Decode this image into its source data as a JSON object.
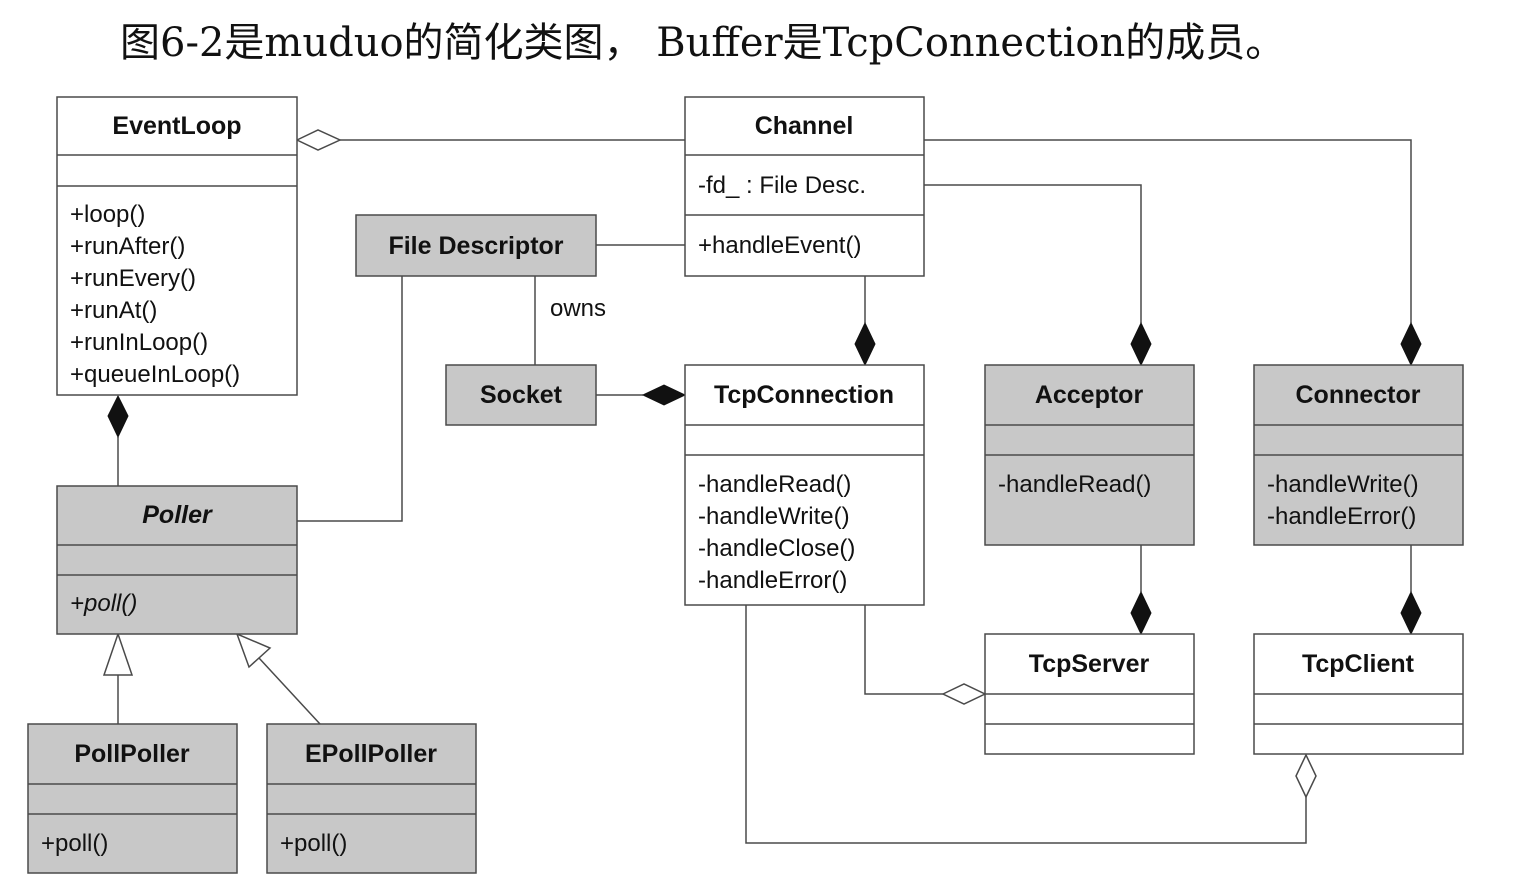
{
  "caption": "图6-2是muduo的简化类图， Buffer是TcpConnection的成员。",
  "classes": {
    "eventloop": {
      "name": "EventLoop",
      "attrs": [],
      "methods": [
        "+loop()",
        "+runAfter()",
        "+runEvery()",
        "+runAt()",
        "+runInLoop()",
        "+queueInLoop()"
      ],
      "fill": "#ffffff"
    },
    "channel": {
      "name": "Channel",
      "attrs": [
        "-fd_ : File Desc."
      ],
      "methods": [
        "+handleEvent()"
      ],
      "fill": "#ffffff"
    },
    "file_descriptor": {
      "name": "File Descriptor",
      "fill": "#c8c8c8"
    },
    "socket": {
      "name": "Socket",
      "fill": "#c8c8c8"
    },
    "tcpconnection": {
      "name": "TcpConnection",
      "attrs": [],
      "methods": [
        "-handleRead()",
        "-handleWrite()",
        "-handleClose()",
        "-handleError()"
      ],
      "fill": "#ffffff"
    },
    "acceptor": {
      "name": "Acceptor",
      "attrs": [],
      "methods": [
        "-handleRead()"
      ],
      "fill": "#c8c8c8"
    },
    "connector": {
      "name": "Connector",
      "attrs": [],
      "methods": [
        "-handleWrite()",
        "-handleError()"
      ],
      "fill": "#c8c8c8"
    },
    "poller": {
      "name": "Poller",
      "attrs": [],
      "methods": [
        "+poll()"
      ],
      "fill": "#c8c8c8",
      "abstract": true
    },
    "pollpoller": {
      "name": "PollPoller",
      "attrs": [],
      "methods": [
        "+poll()"
      ],
      "fill": "#c8c8c8"
    },
    "epollpoller": {
      "name": "EPollPoller",
      "attrs": [],
      "methods": [
        "+poll()"
      ],
      "fill": "#c8c8c8"
    },
    "tcpserver": {
      "name": "TcpServer",
      "attrs": [],
      "methods": [],
      "fill": "#ffffff"
    },
    "tcpclient": {
      "name": "TcpClient",
      "attrs": [],
      "methods": [],
      "fill": "#ffffff"
    }
  },
  "relations": [
    {
      "from": "eventloop",
      "to": "channel",
      "kind": "aggregation"
    },
    {
      "from": "file_descriptor",
      "to": "channel",
      "kind": "association"
    },
    {
      "from": "file_descriptor",
      "to": "socket",
      "kind": "association",
      "label": "owns"
    },
    {
      "from": "file_descriptor",
      "to": "poller",
      "kind": "association"
    },
    {
      "from": "tcpconnection",
      "to": "socket",
      "kind": "composition"
    },
    {
      "from": "tcpconnection",
      "to": "channel",
      "kind": "composition"
    },
    {
      "from": "acceptor",
      "to": "channel",
      "kind": "composition"
    },
    {
      "from": "connector",
      "to": "channel",
      "kind": "composition"
    },
    {
      "from": "eventloop",
      "to": "poller",
      "kind": "composition"
    },
    {
      "from": "pollpoller",
      "to": "poller",
      "kind": "generalization"
    },
    {
      "from": "epollpoller",
      "to": "poller",
      "kind": "generalization"
    },
    {
      "from": "tcpserver",
      "to": "acceptor",
      "kind": "composition"
    },
    {
      "from": "tcpclient",
      "to": "connector",
      "kind": "composition"
    },
    {
      "from": "tcpserver",
      "to": "tcpconnection",
      "kind": "aggregation"
    },
    {
      "from": "tcpclient",
      "to": "tcpconnection",
      "kind": "aggregation"
    }
  ],
  "labels": {
    "owns": "owns"
  }
}
